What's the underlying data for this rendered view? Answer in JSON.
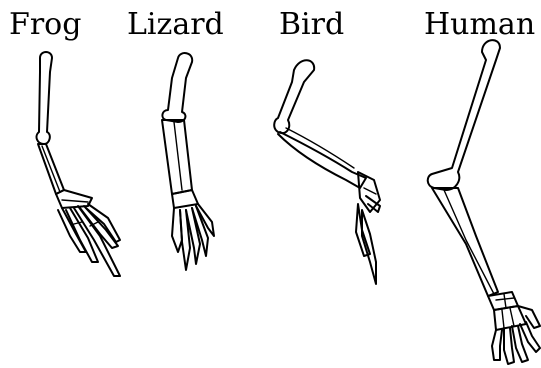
{
  "labels": {
    "frog": "Frog",
    "lizard": "Lizard",
    "bird": "Bird",
    "human": "Human"
  },
  "colors": {
    "ink": "#000000",
    "background": "#ffffff"
  }
}
